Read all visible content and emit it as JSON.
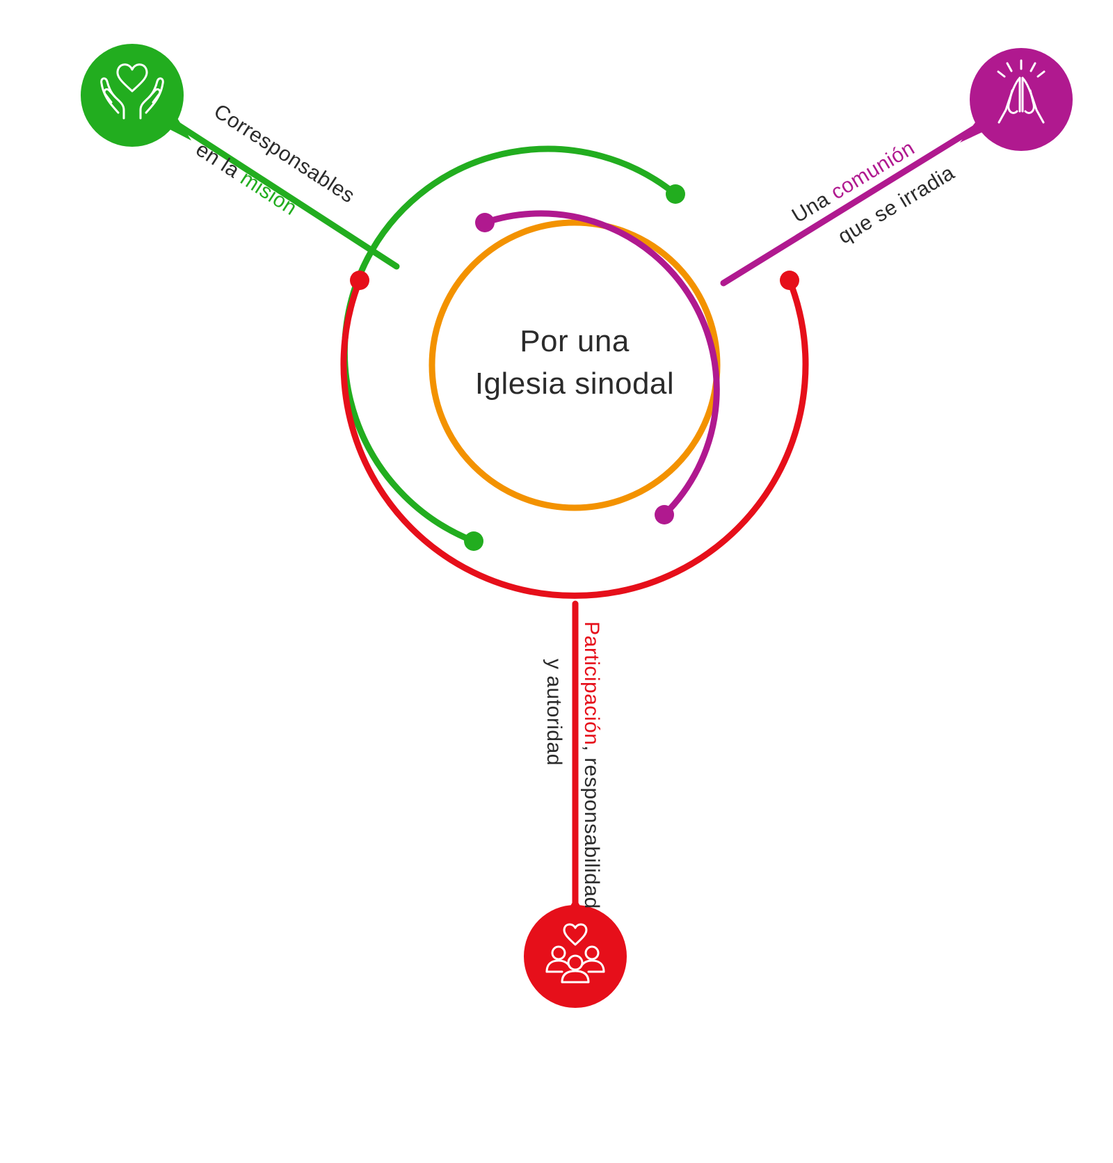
{
  "center": {
    "line1": "Por una",
    "line2": "Iglesia sinodal"
  },
  "colors": {
    "green": "#22ad1f",
    "magenta": "#b0198f",
    "red": "#e60f1a",
    "orange": "#f39200",
    "text": "#2b2b2b"
  },
  "branches": {
    "mision": {
      "line1": "Corresponsables",
      "line2_prefix": "en la ",
      "line2_highlight": "misión",
      "icon": "heart-hands-icon"
    },
    "comunion": {
      "line1_prefix": "Una ",
      "line1_highlight": "comunión",
      "line2": "que se irradia",
      "icon": "praying-hands-icon"
    },
    "participacion": {
      "line1_highlight": "Participación",
      "line1_suffix": ", responsabilidad",
      "line2": "y autoridad",
      "icon": "community-heart-icon"
    }
  }
}
